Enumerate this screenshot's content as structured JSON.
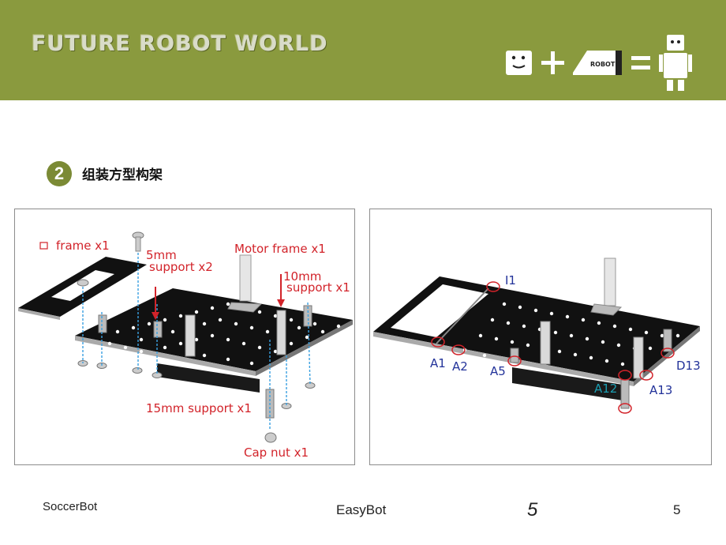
{
  "header": {
    "brand": "FUTURE ROBOT WORLD",
    "logo_word": "ROBOT",
    "bg_color": "#8a9a3e"
  },
  "step": {
    "number": "2",
    "title": "组装方型构架"
  },
  "left_panel": {
    "labels": {
      "frame": "frame x1",
      "support_5mm_a": "5mm",
      "support_5mm_b": "support x2",
      "motor_frame": "Motor frame x1",
      "support_10mm_a": "10mm",
      "support_10mm_b": "support x1",
      "support_15mm": "15mm support x1",
      "cap_nut": "Cap nut x1"
    }
  },
  "right_panel": {
    "labels": {
      "i1": "I1",
      "a1": "A1",
      "a2": "A2",
      "a5": "A5",
      "a12": "A12",
      "a13": "A13",
      "d13": "D13"
    }
  },
  "footer": {
    "left": "SoccerBot",
    "middle": "EasyBot",
    "page_big": "5",
    "page": "5"
  },
  "colors": {
    "label_red": "#d2232a",
    "label_blue": "#23339a",
    "label_teal": "#1a9cb0",
    "plate": "#111111",
    "badge": "#7b8a35"
  }
}
